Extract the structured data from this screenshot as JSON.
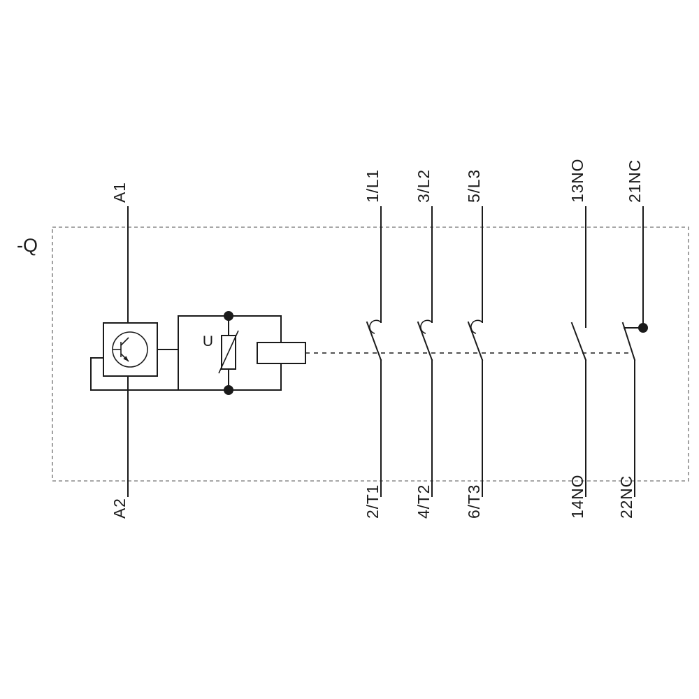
{
  "device": {
    "reference_label": "-Q",
    "type": "contactor-wiring-schematic"
  },
  "coil": {
    "terminal_top": "A1",
    "terminal_bottom": "A2",
    "varistor_label": "U"
  },
  "main_contacts": [
    {
      "top": "1/L1",
      "bottom": "2/T1"
    },
    {
      "top": "3/L2",
      "bottom": "4/T2"
    },
    {
      "top": "5/L3",
      "bottom": "6/T3"
    }
  ],
  "aux_contacts": [
    {
      "top": "13NO",
      "bottom": "14NO",
      "contact_type": "NO"
    },
    {
      "top": "21NC",
      "bottom": "22NC",
      "contact_type": "NC"
    }
  ],
  "colors": {
    "line": "#1a1a1a",
    "enclosure_dash": "#8a8a8a",
    "background": "#ffffff"
  }
}
